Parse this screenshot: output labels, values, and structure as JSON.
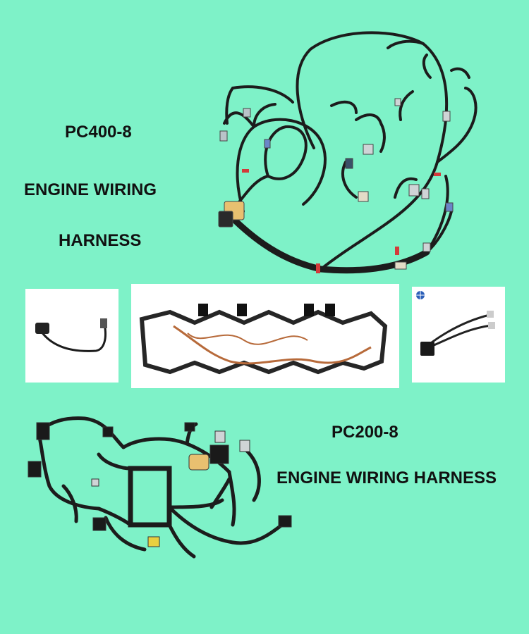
{
  "labels": {
    "pc400_model": "PC400-8",
    "pc400_line1": "ENGINE WIRING",
    "pc400_line2": "HARNESS",
    "pc200_model": "PC200-8",
    "pc200_line": "ENGINE WIRING HARNESS"
  },
  "colors": {
    "background": "#7ef2c8",
    "text": "#111111",
    "wire": "#1c1c1c",
    "red_tape": "#d33a3a",
    "connector_tan": "#e8c070",
    "connector_grey": "#b9c3c9",
    "gasket": "#262626",
    "copper": "#b76a3a"
  },
  "icons": {
    "brand_logo": "globe-logo-icon"
  }
}
